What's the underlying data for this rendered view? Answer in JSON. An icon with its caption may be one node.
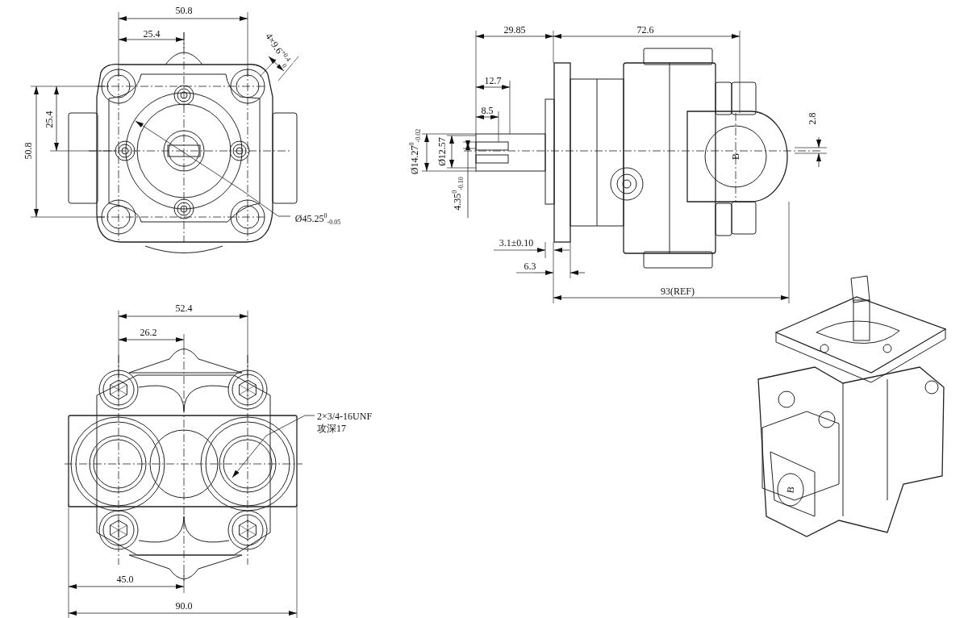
{
  "diagram": {
    "labels": [
      "50.8",
      "25.4",
      "4×9.6$^{+0.4}$$_{0}$",
      "25.4",
      "50.8",
      "Ø45.25$^{0}$$_{-0.05}$",
      "29.85",
      "72.6",
      "12.7",
      "8.5",
      "2.8",
      "Ø14.27$^{0}$$_{-0.02}$",
      "Ø12.57",
      "B",
      "4.35$^{0}$$_{-0.10}$",
      "3.1±0.10",
      "6.3",
      "93(REF)",
      "52.4",
      "26.2",
      "2×3/4-16UNF 攻深17",
      "B",
      "45.0",
      "90.0"
    ]
  }
}
